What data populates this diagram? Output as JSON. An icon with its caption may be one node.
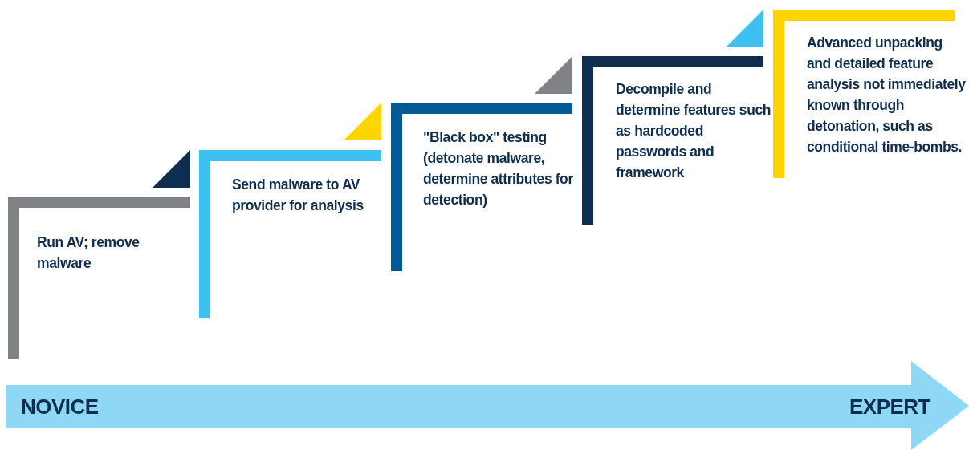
{
  "diagram": {
    "nodes": [
      {
        "text": [
          "Run AV; remove malware"
        ]
      },
      {
        "text": [
          "Send malware to AV provider for analysis"
        ]
      },
      {
        "text": [
          "\"Black box\" testing (detonate malware, determine attributes for detection)"
        ]
      },
      {
        "text": [
          "Decompile and determine features such as hardcoded passwords and framework"
        ]
      },
      {
        "text": [
          "Advanced unpacking and detailed feature analysis not immediately known through detonation, such as conditional time-bombs."
        ]
      },
      {
        "text": [
          "NOVICE",
          "EXPERT"
        ]
      }
    ]
  }
}
